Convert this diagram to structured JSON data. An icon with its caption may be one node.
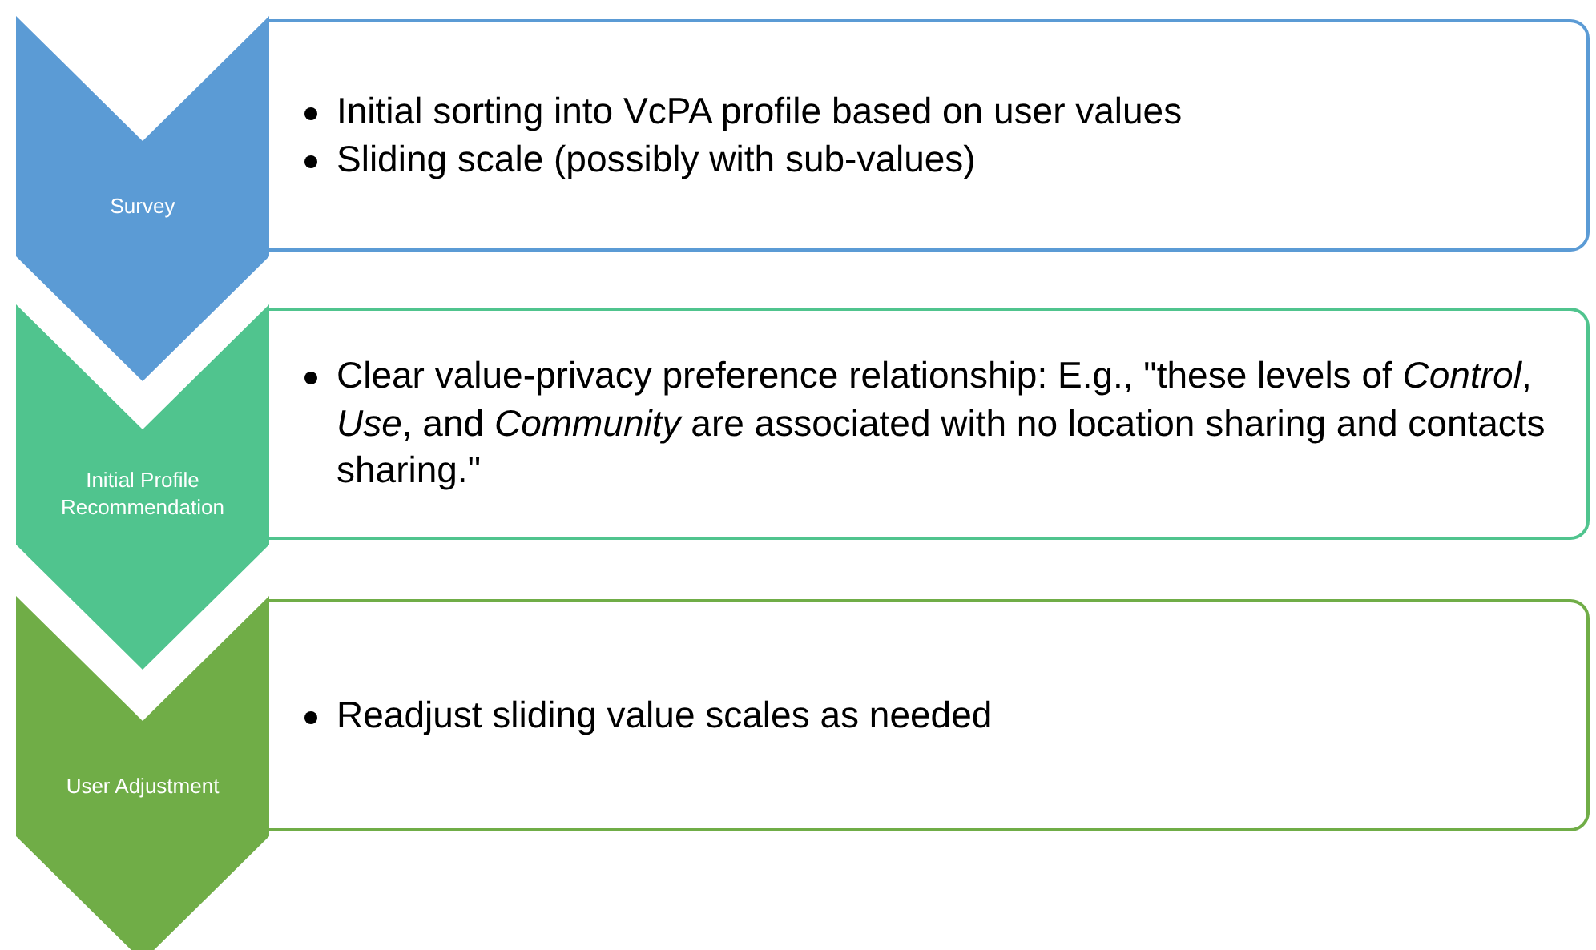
{
  "diagram": {
    "nodes": [
      {
        "text": [
          "Survey"
        ]
      },
      {
        "text": [
          "Initial sorting into VcPA profile based on user values",
          "Sliding scale (possibly with sub-values)"
        ]
      },
      {
        "text": [
          "Initial Profile Recommendation"
        ]
      },
      {
        "text": [
          "Clear value-privacy preference relationship: E.g., \"these levels of *Control*, *Use*, and *Community* are associated with no location sharing and contacts sharing.\""
        ]
      },
      {
        "text": [
          "User Adjustment"
        ]
      },
      {
        "text": [
          "Readjust sliding value scales as needed"
        ]
      }
    ]
  }
}
